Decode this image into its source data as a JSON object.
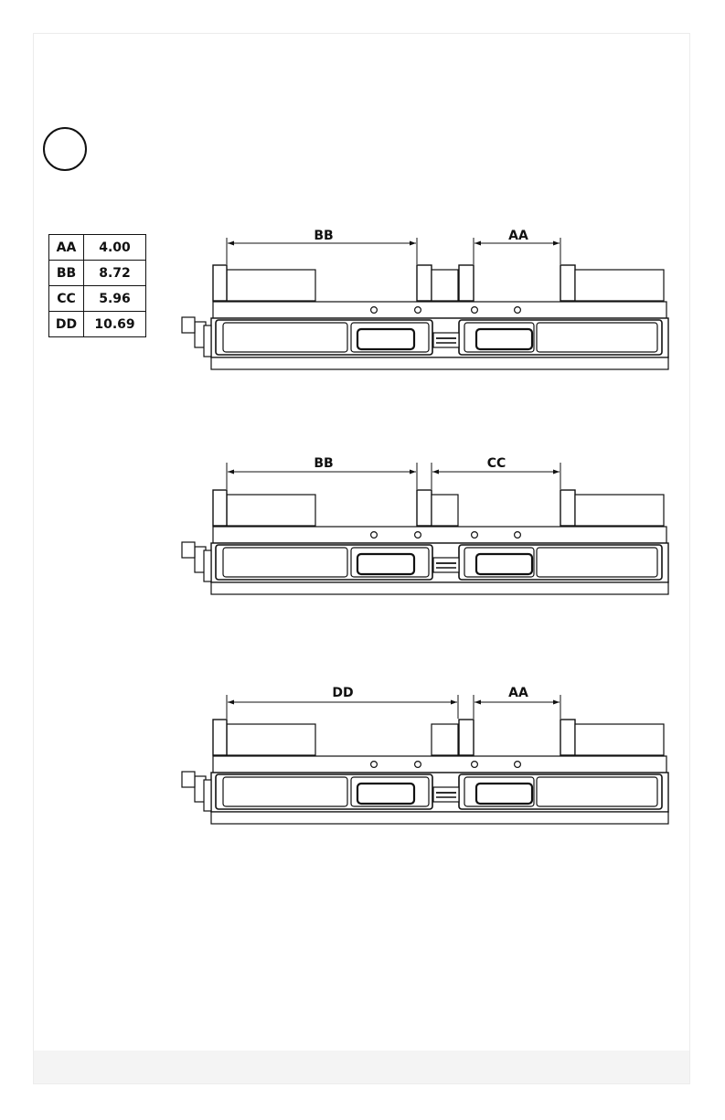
{
  "dimension_table": [
    {
      "key": "AA",
      "value": "4.00"
    },
    {
      "key": "BB",
      "value": "8.72"
    },
    {
      "key": "CC",
      "value": "5.96"
    },
    {
      "key": "DD",
      "value": "10.69"
    }
  ],
  "views": [
    {
      "left_dim": "BB",
      "right_dim": "AA"
    },
    {
      "left_dim": "BB",
      "right_dim": "CC"
    },
    {
      "left_dim": "DD",
      "right_dim": "AA"
    }
  ]
}
